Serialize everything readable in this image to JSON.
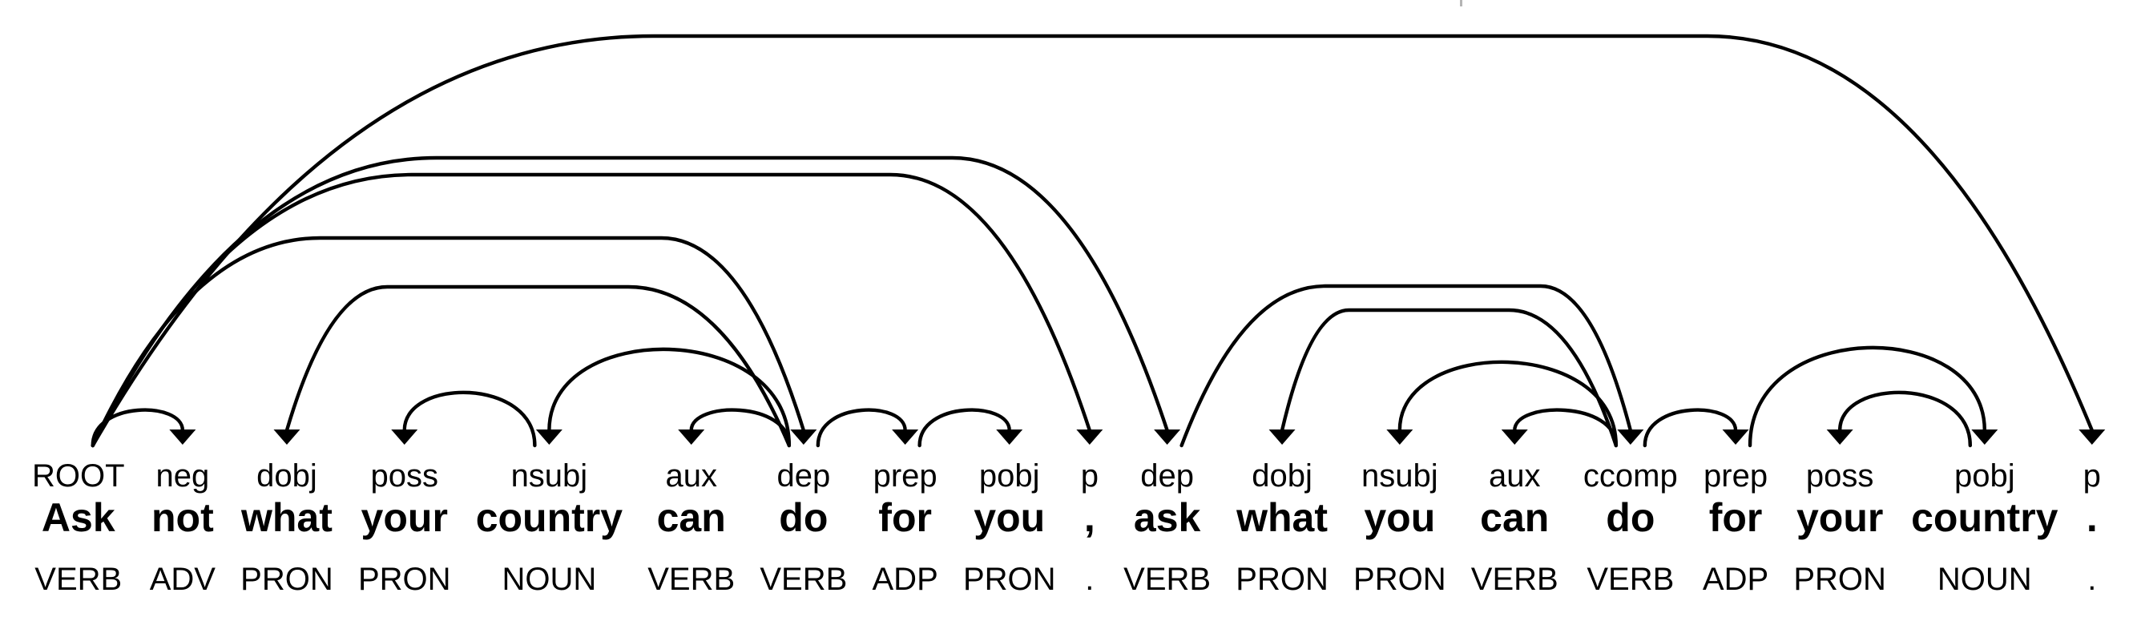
{
  "visualization": {
    "type": "dependency-parse",
    "sentence": "Ask not what your country can do for you , ask what you can do for your country .",
    "colors": {
      "line": "#000000",
      "text": "#000000",
      "background": "#ffffff"
    },
    "tokens": [
      {
        "text": "Ask",
        "dep": "ROOT",
        "pos": "VERB"
      },
      {
        "text": "not",
        "dep": "neg",
        "pos": "ADV"
      },
      {
        "text": "what",
        "dep": "dobj",
        "pos": "PRON"
      },
      {
        "text": "your",
        "dep": "poss",
        "pos": "PRON"
      },
      {
        "text": "country",
        "dep": "nsubj",
        "pos": "NOUN"
      },
      {
        "text": "can",
        "dep": "aux",
        "pos": "VERB"
      },
      {
        "text": "do",
        "dep": "dep",
        "pos": "VERB"
      },
      {
        "text": "for",
        "dep": "prep",
        "pos": "ADP"
      },
      {
        "text": "you",
        "dep": "pobj",
        "pos": "PRON"
      },
      {
        "text": ",",
        "dep": "p",
        "pos": "."
      },
      {
        "text": "ask",
        "dep": "dep",
        "pos": "VERB"
      },
      {
        "text": "what",
        "dep": "dobj",
        "pos": "PRON"
      },
      {
        "text": "you",
        "dep": "nsubj",
        "pos": "PRON"
      },
      {
        "text": "can",
        "dep": "aux",
        "pos": "VERB"
      },
      {
        "text": "do",
        "dep": "ccomp",
        "pos": "VERB"
      },
      {
        "text": "for",
        "dep": "prep",
        "pos": "ADP"
      },
      {
        "text": "your",
        "dep": "poss",
        "pos": "PRON"
      },
      {
        "text": "country",
        "dep": "pobj",
        "pos": "NOUN"
      },
      {
        "text": ".",
        "dep": "p",
        "pos": "."
      }
    ],
    "arcs": [
      {
        "head": 0,
        "dependent": 1,
        "label": "neg"
      },
      {
        "head": 6,
        "dependent": 2,
        "label": "dobj"
      },
      {
        "head": 4,
        "dependent": 3,
        "label": "poss"
      },
      {
        "head": 6,
        "dependent": 4,
        "label": "nsubj"
      },
      {
        "head": 6,
        "dependent": 5,
        "label": "aux"
      },
      {
        "head": 0,
        "dependent": 6,
        "label": "dep"
      },
      {
        "head": 6,
        "dependent": 7,
        "label": "prep"
      },
      {
        "head": 7,
        "dependent": 8,
        "label": "pobj"
      },
      {
        "head": 0,
        "dependent": 9,
        "label": "p"
      },
      {
        "head": 0,
        "dependent": 10,
        "label": "dep"
      },
      {
        "head": 14,
        "dependent": 11,
        "label": "dobj"
      },
      {
        "head": 14,
        "dependent": 12,
        "label": "nsubj"
      },
      {
        "head": 14,
        "dependent": 13,
        "label": "aux"
      },
      {
        "head": 10,
        "dependent": 14,
        "label": "ccomp"
      },
      {
        "head": 14,
        "dependent": 15,
        "label": "prep"
      },
      {
        "head": 17,
        "dependent": 16,
        "label": "poss"
      },
      {
        "head": 15,
        "dependent": 17,
        "label": "pobj"
      },
      {
        "head": 0,
        "dependent": 18,
        "label": "p"
      }
    ]
  }
}
